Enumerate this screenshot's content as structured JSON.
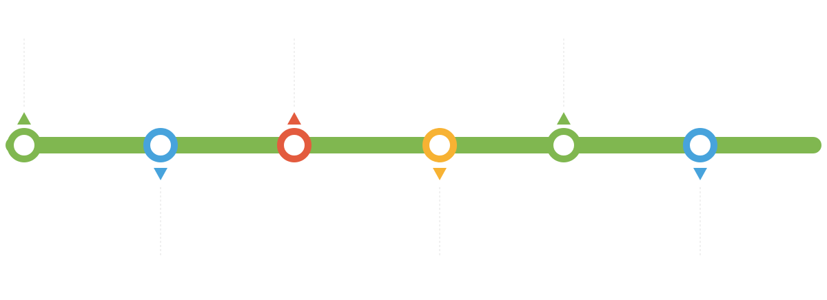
{
  "timeline": {
    "track_color": "#80b750",
    "guide_color": "#e6e6e6",
    "markers": [
      {
        "name": "milestone-1",
        "color": "#80b750",
        "direction": "up"
      },
      {
        "name": "milestone-2",
        "color": "#47a3dc",
        "direction": "down"
      },
      {
        "name": "milestone-3",
        "color": "#e35b3e",
        "direction": "up"
      },
      {
        "name": "milestone-4",
        "color": "#f7b233",
        "direction": "down"
      },
      {
        "name": "milestone-5",
        "color": "#80b750",
        "direction": "up"
      },
      {
        "name": "milestone-6",
        "color": "#47a3dc",
        "direction": "down"
      }
    ]
  }
}
